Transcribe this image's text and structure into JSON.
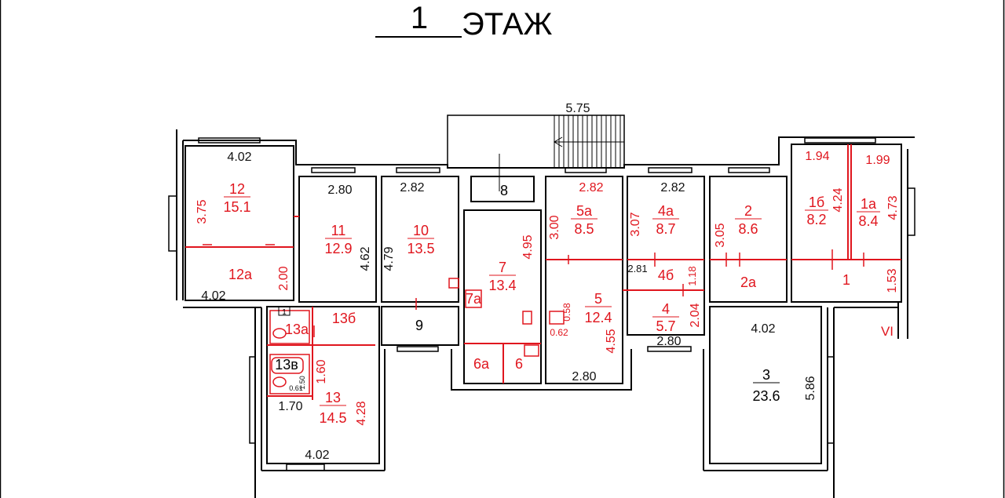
{
  "title": {
    "floor_number": "1",
    "floor_word": "ЭТАЖ"
  },
  "colors": {
    "wall": "#000000",
    "room_label": "#e0161e",
    "dimension": "#e0161e",
    "black_dimension": "#111111",
    "background": "#ffffff"
  },
  "rooms": [
    {
      "id": "room-12",
      "number": "12",
      "area": "15.1"
    },
    {
      "id": "room-12a",
      "number": "12а",
      "area": ""
    },
    {
      "id": "room-11",
      "number": "11",
      "area": "12.9"
    },
    {
      "id": "room-10",
      "number": "10",
      "area": "13.5"
    },
    {
      "id": "room-9",
      "number": "9",
      "area": ""
    },
    {
      "id": "room-8",
      "number": "8",
      "area": ""
    },
    {
      "id": "room-7",
      "number": "7",
      "area": "13.4"
    },
    {
      "id": "room-7a",
      "number": "7а",
      "area": ""
    },
    {
      "id": "room-6a",
      "number": "6а",
      "area": ""
    },
    {
      "id": "room-6",
      "number": "6",
      "area": ""
    },
    {
      "id": "room-5a",
      "number": "5а",
      "area": "8.5"
    },
    {
      "id": "room-5",
      "number": "5",
      "area": "12.4"
    },
    {
      "id": "room-4a",
      "number": "4а",
      "area": "8.7"
    },
    {
      "id": "room-4b",
      "number": "4б",
      "area": ""
    },
    {
      "id": "room-4",
      "number": "4",
      "area": "5.7"
    },
    {
      "id": "room-2",
      "number": "2",
      "area": "8.6"
    },
    {
      "id": "room-2a",
      "number": "2а",
      "area": ""
    },
    {
      "id": "room-3",
      "number": "3",
      "area": "23.6"
    },
    {
      "id": "room-1b",
      "number": "1б",
      "area": "8.2"
    },
    {
      "id": "room-1a",
      "number": "1а",
      "area": "8.4"
    },
    {
      "id": "room-1",
      "number": "1",
      "area": ""
    },
    {
      "id": "room-13",
      "number": "13",
      "area": "14.5"
    },
    {
      "id": "room-13a",
      "number": "13а",
      "area": ""
    },
    {
      "id": "room-13b",
      "number": "13б",
      "area": ""
    },
    {
      "id": "room-13v",
      "number": "13в",
      "area": ""
    }
  ],
  "dimensions": [
    {
      "id": "d-stair-575",
      "value": "5.75",
      "color": "black"
    },
    {
      "id": "d-12-top",
      "value": "4.02",
      "color": "black"
    },
    {
      "id": "d-12-side",
      "value": "3.75",
      "color": "red"
    },
    {
      "id": "d-12a-bottom",
      "value": "4.02",
      "color": "black"
    },
    {
      "id": "d-12a-side",
      "value": "2.00",
      "color": "red"
    },
    {
      "id": "d-11-top",
      "value": "2.80",
      "color": "black"
    },
    {
      "id": "d-11-side",
      "value": "4.62",
      "color": "black"
    },
    {
      "id": "d-10-top",
      "value": "2.82",
      "color": "black"
    },
    {
      "id": "d-10-side",
      "value": "4.79",
      "color": "black"
    },
    {
      "id": "d-7-side",
      "value": "4.95",
      "color": "red"
    },
    {
      "id": "d-5a-top",
      "value": "2.82",
      "color": "red"
    },
    {
      "id": "d-5a-side",
      "value": "3.00",
      "color": "red"
    },
    {
      "id": "d-5-058",
      "value": "0.58",
      "color": "red"
    },
    {
      "id": "d-5-062",
      "value": "0.62",
      "color": "red"
    },
    {
      "id": "d-5-side",
      "value": "4.55",
      "color": "red"
    },
    {
      "id": "d-5-bottom",
      "value": "2.80",
      "color": "black"
    },
    {
      "id": "d-4a-top",
      "value": "2.82",
      "color": "black"
    },
    {
      "id": "d-4a-side",
      "value": "3.07",
      "color": "red"
    },
    {
      "id": "d-4b-281",
      "value": "2.81",
      "color": "black"
    },
    {
      "id": "d-4b-118",
      "value": "1.18",
      "color": "red"
    },
    {
      "id": "d-4-side",
      "value": "2.04",
      "color": "red"
    },
    {
      "id": "d-4-bottom",
      "value": "2.80",
      "color": "black"
    },
    {
      "id": "d-2-side",
      "value": "3.05",
      "color": "red"
    },
    {
      "id": "d-3-top",
      "value": "4.02",
      "color": "black"
    },
    {
      "id": "d-3-side",
      "value": "5.86",
      "color": "black"
    },
    {
      "id": "d-1b-top",
      "value": "1.94",
      "color": "red"
    },
    {
      "id": "d-1b-side",
      "value": "4.24",
      "color": "red"
    },
    {
      "id": "d-1a-top",
      "value": "1.99",
      "color": "red"
    },
    {
      "id": "d-1a-side",
      "value": "4.73",
      "color": "red"
    },
    {
      "id": "d-1-side",
      "value": "1.53",
      "color": "red"
    },
    {
      "id": "d-13v-side",
      "value": "1.60",
      "color": "red"
    },
    {
      "id": "d-13-170",
      "value": "1.70",
      "color": "black"
    },
    {
      "id": "d-13-side",
      "value": "4.28",
      "color": "red"
    },
    {
      "id": "d-13-bottom",
      "value": "4.02",
      "color": "black"
    },
    {
      "id": "d-13-small-061",
      "value": "0.61",
      "color": "black"
    },
    {
      "id": "d-13-small-150",
      "value": "1.50",
      "color": "black"
    }
  ],
  "marks": {
    "roman_vi": "VI",
    "box_marker": "1"
  }
}
